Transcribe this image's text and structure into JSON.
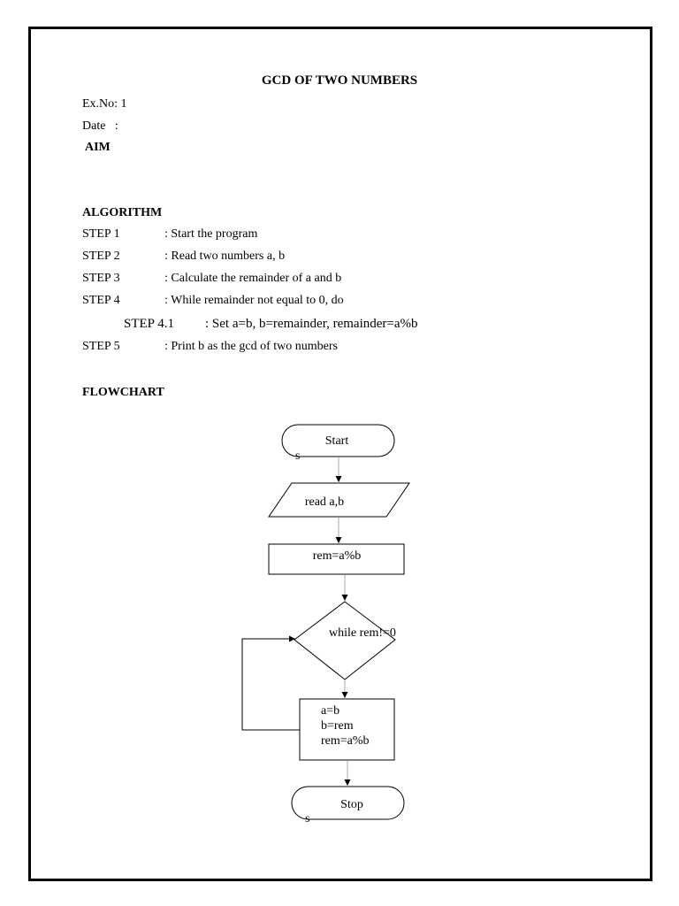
{
  "document": {
    "title": "GCD OF TWO NUMBERS",
    "ex_no": "Ex.No: 1",
    "date": "Date   :",
    "aim_heading": "AIM"
  },
  "algorithm": {
    "heading": "ALGORITHM",
    "steps": [
      {
        "label": "STEP 1",
        "text": ": Start the program"
      },
      {
        "label": "STEP 2",
        "text": ": Read two numbers a, b"
      },
      {
        "label": "STEP 3",
        "text": ": Calculate the remainder of a and b"
      },
      {
        "label": "STEP 4",
        "text": ": While remainder not equal to 0, do"
      },
      {
        "label": "STEP 4.1",
        "text": ": Set a=b, b=remainder, remainder=a%b"
      },
      {
        "label": "STEP 5",
        "text": ": Print b as the gcd of two numbers"
      }
    ]
  },
  "flowchart": {
    "heading": "FLOWCHART",
    "start": "Start",
    "start_mark": "s",
    "input": "read a,b",
    "process": "rem=a%b",
    "decision": "while rem!=0",
    "loop_body": [
      "a=b",
      "b=rem",
      "rem=a%b"
    ],
    "stop": "Stop",
    "stop_mark": "s"
  }
}
